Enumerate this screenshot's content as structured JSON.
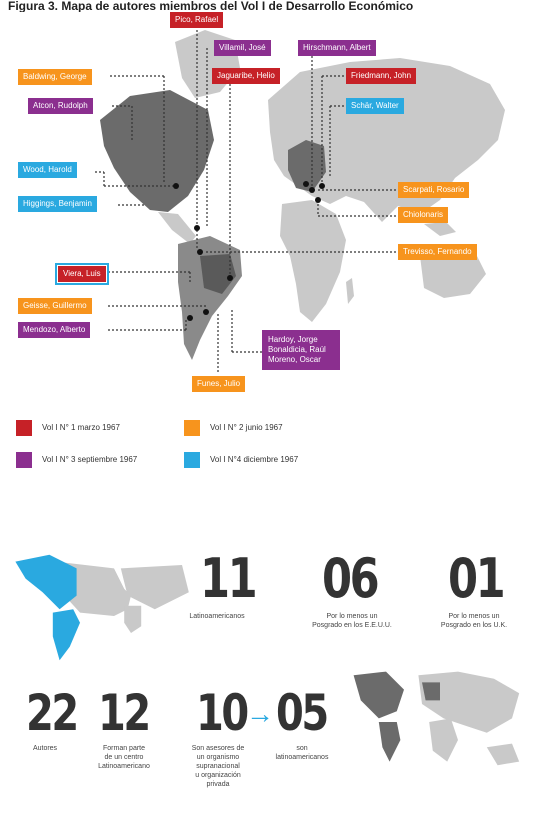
{
  "title": "Figura 3. Mapa de autores miembros del Vol I de Desarrollo Económico",
  "labels": [
    {
      "id": "pico",
      "text": "Pico, Rafael",
      "color": "c1"
    },
    {
      "id": "villamil",
      "text": "Villamil, José",
      "color": "c3"
    },
    {
      "id": "hirschmann",
      "text": "Hirschmann, Albert",
      "color": "c3"
    },
    {
      "id": "baldwing",
      "text": "Baldwing, George",
      "color": "c2"
    },
    {
      "id": "jaguaribe",
      "text": "Jaguaribe, Helio",
      "color": "c1"
    },
    {
      "id": "friedmann",
      "text": "Friedmann, John",
      "color": "c1"
    },
    {
      "id": "atcon",
      "text": "Atcon, Rudolph",
      "color": "c3"
    },
    {
      "id": "schar",
      "text": "Schär, Walter",
      "color": "c4"
    },
    {
      "id": "wood",
      "text": "Wood, Harold",
      "color": "c4"
    },
    {
      "id": "higgings",
      "text": "Higgings, Benjamin",
      "color": "c4"
    },
    {
      "id": "scarpati",
      "text": "Scarpati, Rosario",
      "color": "c2"
    },
    {
      "id": "chiolonaris",
      "text": "Chiolonaris",
      "color": "c2"
    },
    {
      "id": "trevisso",
      "text": "Trevisso, Fernando",
      "color": "c2"
    },
    {
      "id": "viera",
      "text": "Viera, Luis",
      "color": "c1"
    },
    {
      "id": "geisse",
      "text": "Geisse, Guillermo",
      "color": "c2"
    },
    {
      "id": "mendozo",
      "text": "Mendozo, Alberto",
      "color": "c3"
    },
    {
      "id": "hardoy",
      "text": "Hardoy, Jorge\nBonaldicia, Raúl\nMoreno, Oscar",
      "color": "c3"
    },
    {
      "id": "funes",
      "text": "Funes, Julio",
      "color": "c2"
    }
  ],
  "legend": [
    {
      "text": "Vol I N° 1 marzo 1967",
      "color": "#c62127"
    },
    {
      "text": "Vol I N° 2 junio 1967",
      "color": "#f7941d"
    },
    {
      "text": "Vol I N° 3 septiembre 1967",
      "color": "#8b2f8f"
    },
    {
      "text": "Vol I N°4 diciembre 1967",
      "color": "#2aa9e0"
    }
  ],
  "stats": {
    "s11": {
      "num": "11",
      "text": "Latinoamericanos"
    },
    "s06": {
      "num": "06",
      "text": "Por lo menos un\nPosgrado en los E.E.U.U."
    },
    "s01": {
      "num": "01",
      "text": "Por lo menos un\nPosgrado en los U.K."
    },
    "s22": {
      "num": "22",
      "text": "Autores"
    },
    "s12": {
      "num": "12",
      "text": "Forman parte\nde un centro\nLatinoamericano"
    },
    "s10": {
      "num": "10",
      "text": "Son asesores de\nun organismo\nsupranacional\nu organización\nprivada"
    },
    "s05": {
      "num": "05",
      "text": "son\nlatinoamericanos"
    },
    "arrow": "→"
  },
  "colors": {
    "red": "#c62127",
    "orange": "#f7941d",
    "purple": "#8b2f8f",
    "blue": "#2aa9e0",
    "land": "#c9c9c9",
    "dark": "#6b6b6b"
  }
}
